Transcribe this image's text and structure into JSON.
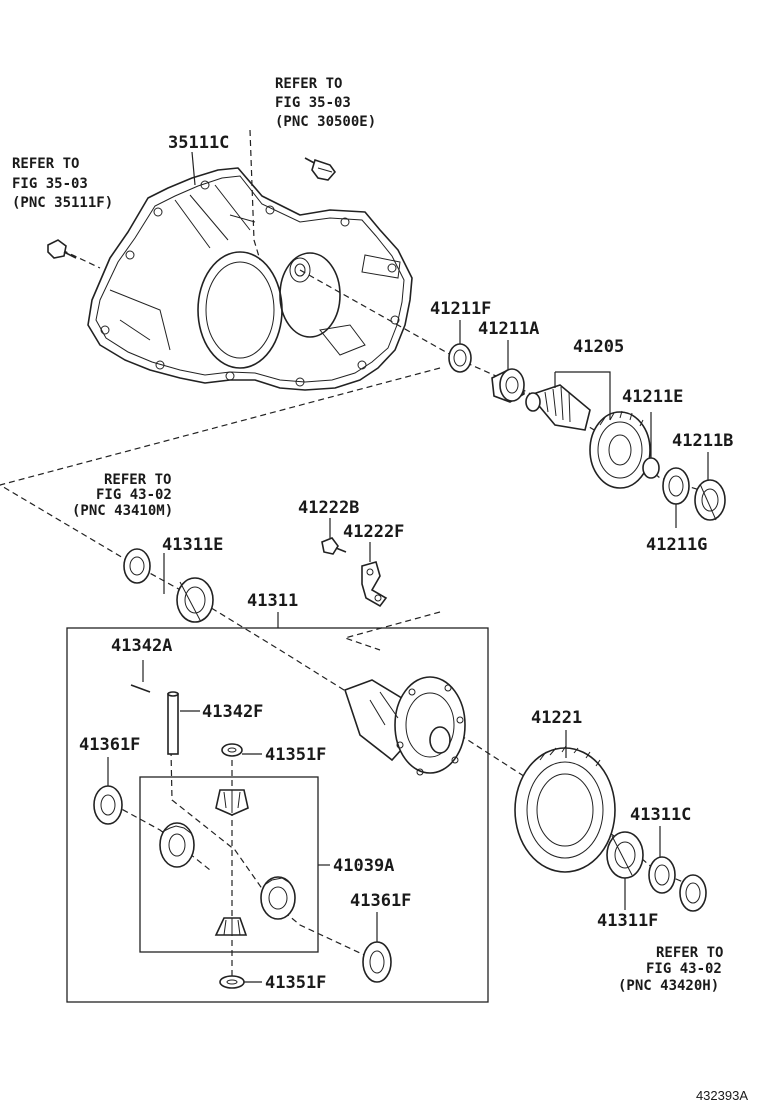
{
  "labels": {
    "p35111c": "35111C",
    "p41211f": "41211F",
    "p41211a": "41211A",
    "p41205": "41205",
    "p41211e": "41211E",
    "p41211b": "41211B",
    "p41211g": "41211G",
    "p41222b": "41222B",
    "p41222f": "41222F",
    "p41311e": "41311E",
    "p41311": "41311",
    "p41342a": "41342A",
    "p41342f": "41342F",
    "p41361f_top": "41361F",
    "p41351f_top": "41351F",
    "p41039a": "41039A",
    "p41361f_bottom": "41361F",
    "p41351f_bottom": "41351F",
    "p41221": "41221",
    "p41311c": "41311C",
    "p41311f": "41311F"
  },
  "refs": {
    "top": [
      "REFER TO",
      "FIG 35-03",
      "(PNC 30500E)"
    ],
    "left": [
      "REFER TO",
      "FIG 35-03",
      "(PNC 35111F)"
    ],
    "mid": [
      "REFER TO",
      "FIG 43-02",
      "(PNC 43410M)"
    ],
    "bottom": [
      "REFER TO",
      "FIG 43-02",
      "(PNC 43420H)"
    ]
  },
  "figure_id": "432393A",
  "icons": {
    "case": "transaxle-case-icon",
    "bolt": "bolt-icon",
    "bearing": "bearing-icon",
    "gear": "gear-icon",
    "shim": "shim-icon",
    "washer": "washer-icon",
    "pin": "pin-icon",
    "shaft": "shaft-icon",
    "plate": "lock-plate-icon",
    "differential": "differential-case-icon",
    "ring_gear": "ring-gear-icon"
  }
}
